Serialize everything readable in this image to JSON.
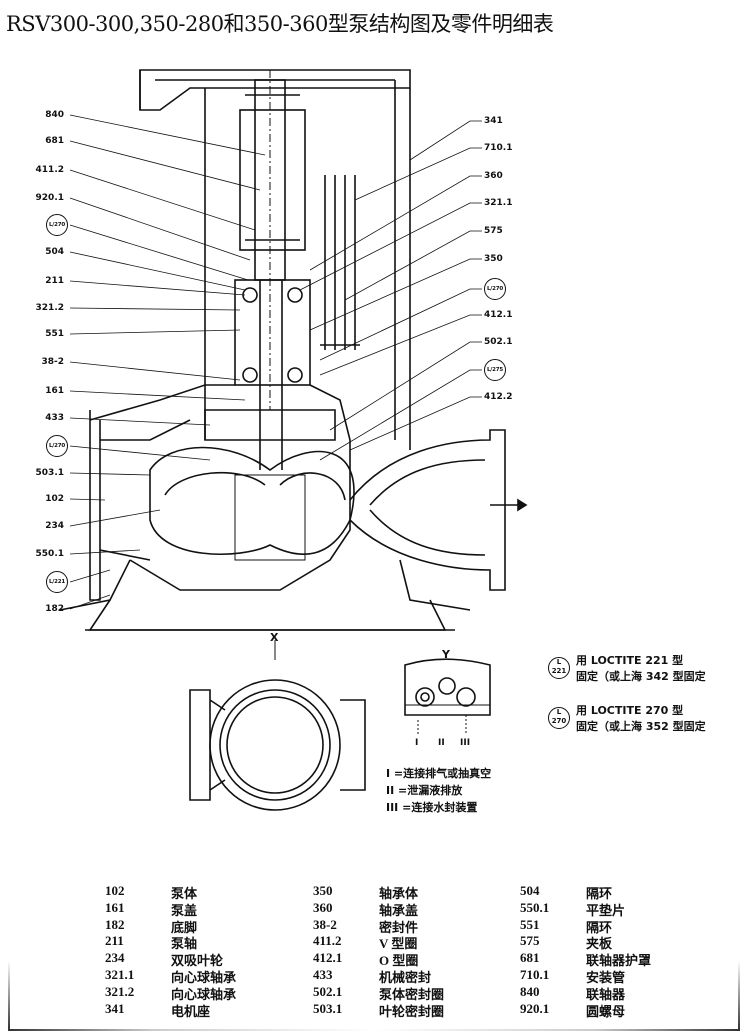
{
  "title": "RSV300-300,350-280和350-360型泵结构图及零件明细表",
  "left_labels": [
    "840",
    "681",
    "411.2",
    "920.1",
    "L/270",
    "504",
    "211",
    "321.2",
    "551",
    "38-2",
    "161",
    "433",
    "L/270",
    "503.1",
    "102",
    "234",
    "550.1",
    "L/221",
    "182"
  ],
  "right_labels": [
    "341",
    "710.1",
    "360",
    "321.1",
    "575",
    "350",
    "L/270",
    "412.1",
    "502.1",
    "L/275",
    "412.2"
  ],
  "view_labels": {
    "x": "X",
    "y": "Y",
    "y_ports": [
      "I",
      "II",
      "III"
    ]
  },
  "connection_legend": [
    "I =连接排气或抽真空",
    "II =泄漏液排放",
    "III =连接水封装置"
  ],
  "loctite": [
    {
      "badge_top": "L",
      "badge_bottom": "221",
      "line1": "用 LOCTITE 221 型",
      "line2": "固定（或上海 342 型固定"
    },
    {
      "badge_top": "L",
      "badge_bottom": "270",
      "line1": "用 LOCTITE 270 型",
      "line2": "固定（或上海 352 型固定"
    }
  ],
  "parts_table": [
    [
      {
        "no": "102",
        "name": "泵体"
      },
      {
        "no": "161",
        "name": "泵盖"
      },
      {
        "no": "182",
        "name": "底脚"
      },
      {
        "no": "211",
        "name": "泵轴"
      },
      {
        "no": "234",
        "name": "双吸叶轮"
      },
      {
        "no": "321.1",
        "name": "向心球轴承"
      },
      {
        "no": "321.2",
        "name": "向心球轴承"
      },
      {
        "no": "341",
        "name": "电机座"
      }
    ],
    [
      {
        "no": "350",
        "name": "轴承体"
      },
      {
        "no": "360",
        "name": "轴承盖"
      },
      {
        "no": "38-2",
        "name": "密封件"
      },
      {
        "no": "411.2",
        "name": "V 型圈"
      },
      {
        "no": "412.1",
        "name": "O 型圈"
      },
      {
        "no": "433",
        "name": "机械密封"
      },
      {
        "no": "502.1",
        "name": "泵体密封圈"
      },
      {
        "no": "503.1",
        "name": "叶轮密封圈"
      }
    ],
    [
      {
        "no": "504",
        "name": "隔环"
      },
      {
        "no": "550.1",
        "name": "平垫片"
      },
      {
        "no": "551",
        "name": "隔环"
      },
      {
        "no": "575",
        "name": "夹板"
      },
      {
        "no": "681",
        "name": "联轴器护罩"
      },
      {
        "no": "710.1",
        "name": "安装管"
      },
      {
        "no": "840",
        "name": "联轴器"
      },
      {
        "no": "920.1",
        "name": "圆螺母"
      }
    ]
  ]
}
